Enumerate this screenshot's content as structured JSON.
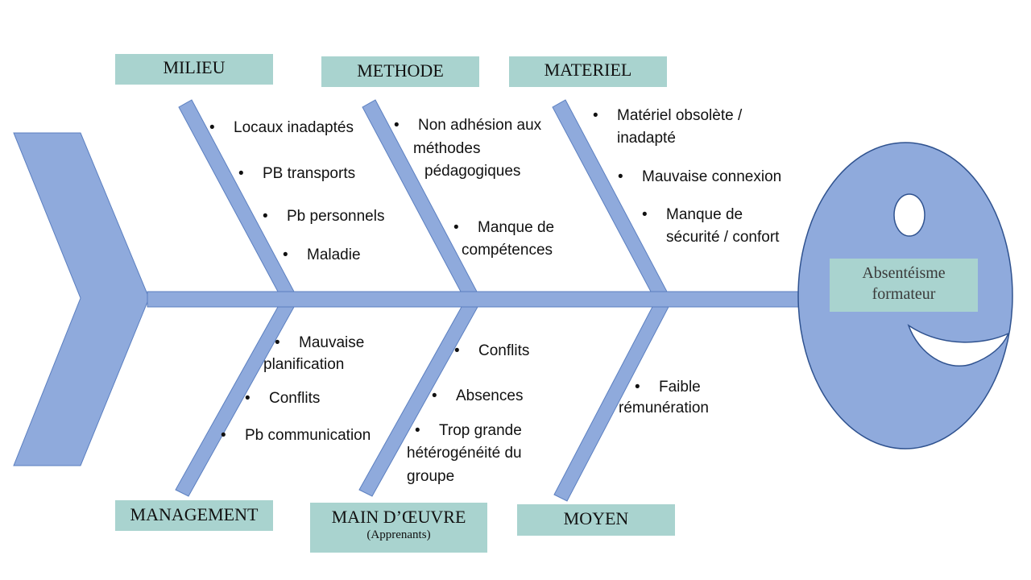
{
  "effect": {
    "line1": "Absentéisme",
    "line2": "formateur"
  },
  "categories": {
    "milieu": "MILIEU",
    "methode": "METHODE",
    "materiel": "MATERIEL",
    "management": "MANAGEMENT",
    "main_oeuvre": {
      "title": "MAIN D’ŒUVRE",
      "subtitle": "(Apprenants)"
    },
    "moyen": "MOYEN"
  },
  "causes": {
    "milieu": [
      "Locaux inadaptés",
      "PB transports",
      "Pb personnels",
      "Maladie"
    ],
    "methode": {
      "non_adhesion": [
        "Non adhésion aux",
        "méthodes",
        "pédagogiques"
      ],
      "competences": [
        "Manque de",
        "compétences"
      ]
    },
    "materiel": {
      "obsolete": [
        "Matériel obsolète /",
        "inadapté"
      ],
      "connexion": "Mauvaise connexion",
      "securite": [
        "Manque de",
        "sécurité / confort"
      ]
    },
    "management": {
      "planification": [
        "Mauvaise",
        "planification"
      ],
      "conflits": "Conflits",
      "communication": "Pb communication"
    },
    "main_oeuvre": {
      "conflits": "Conflits",
      "absences": "Absences",
      "heterogeneite": [
        "Trop grande",
        "hétérogénéité du",
        "groupe"
      ]
    },
    "moyen": {
      "remuneration": [
        "Faible",
        "rémunération"
      ]
    }
  },
  "bullet": "•",
  "colors": {
    "bone": "#8faadc",
    "bone_stroke": "#2f528f",
    "label_bg": "#a9d3cf"
  }
}
